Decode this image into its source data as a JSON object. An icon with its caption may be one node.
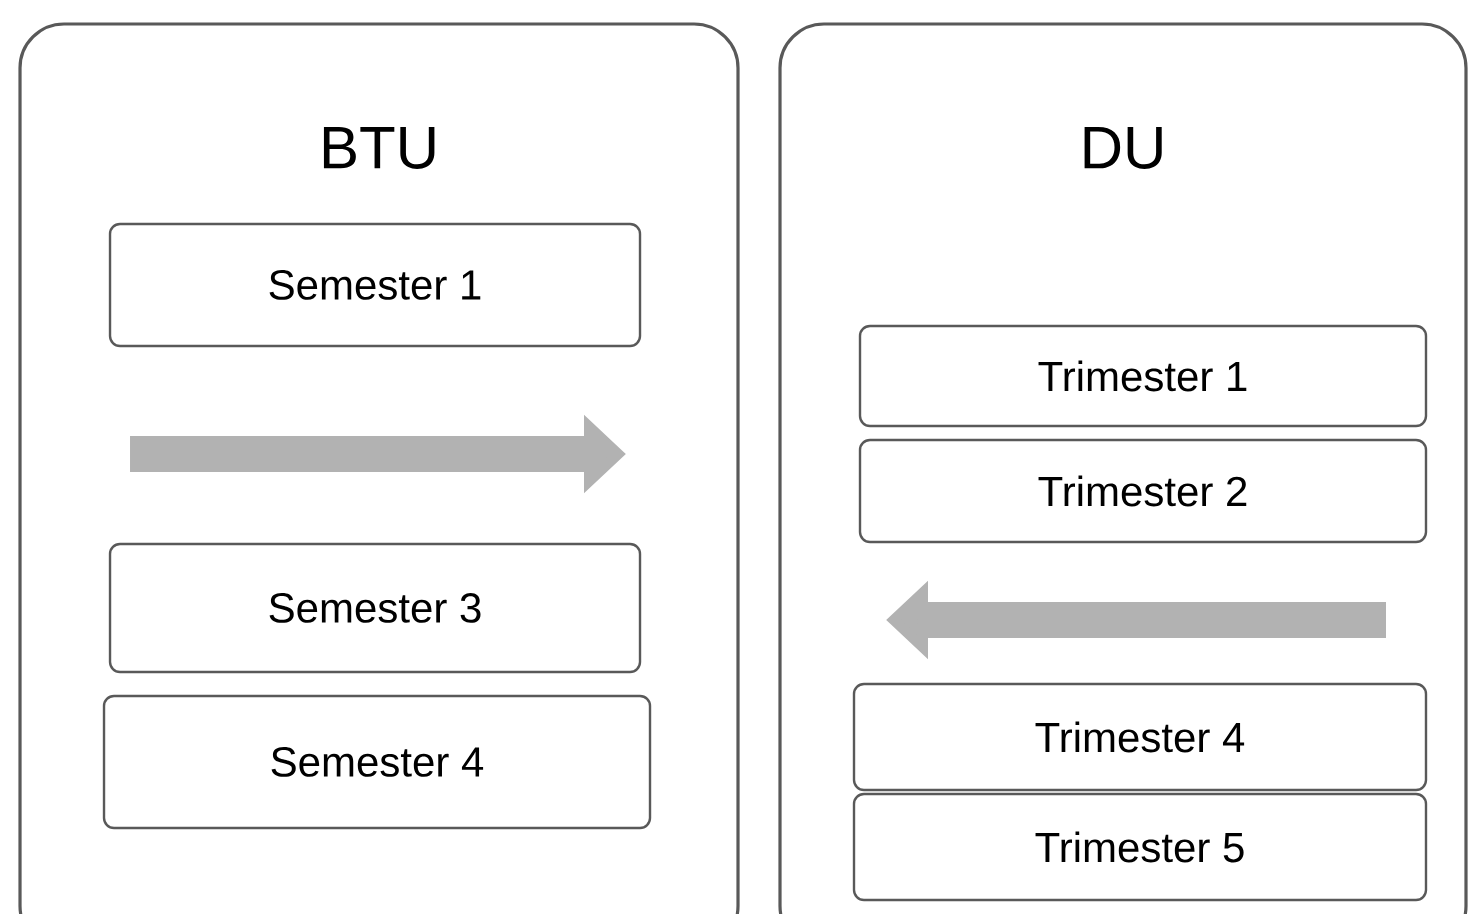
{
  "diagram": {
    "nodes": [
      {
        "text": [
          "BTU"
        ]
      },
      {
        "text": [
          "Semester 1"
        ],
        "in": 0
      },
      {
        "text": [
          "Semester 3"
        ],
        "in": 0
      },
      {
        "text": [
          "Semester 4"
        ],
        "in": 0
      },
      {
        "text": [
          "DU"
        ]
      },
      {
        "text": [
          "Trimester 1"
        ],
        "in": 4
      },
      {
        "text": [
          "Trimester 2"
        ],
        "in": 4
      },
      {
        "text": [
          "Trimester 4"
        ],
        "in": 4
      },
      {
        "text": [
          "Trimester 5"
        ],
        "in": 4
      }
    ]
  }
}
